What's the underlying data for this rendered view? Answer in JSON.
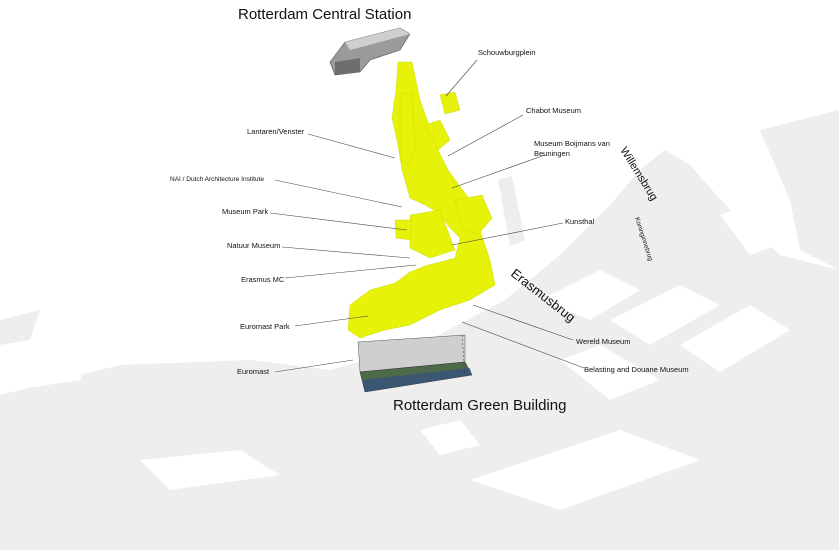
{
  "titles": {
    "station": "Rotterdam Central Station",
    "green_building": "Rotterdam Green Building"
  },
  "bridges": {
    "willemsbrug": "Willemsbrug",
    "koninginnebrug": "Koninginnebrug",
    "erasmusbrug": "Erasmusbrug"
  },
  "labels": {
    "schouwburgplein": "Schouwburgplein",
    "chabot": "Chabot Museum",
    "boijmans_1": "Museum Boijmans van",
    "boijmans_2": "Beuningen",
    "lantaren": "Lantaren/Venster",
    "nai": "NAI / Dutch Architecture Institute",
    "museum_park": "Museum Park",
    "kunsthal": "Kunsthal",
    "natuur": "Natuur Museum",
    "erasmus_mc": "Erasmus MC",
    "euromast_park": "Euromast Park",
    "wereld": "Wereld Museum",
    "euromast": "Euromast",
    "belasting": "Belasting and Douane Museum"
  },
  "colors": {
    "water": "#eeeeee",
    "land": "#ffffff",
    "green_route": "#e6f207",
    "text": "#111111"
  }
}
